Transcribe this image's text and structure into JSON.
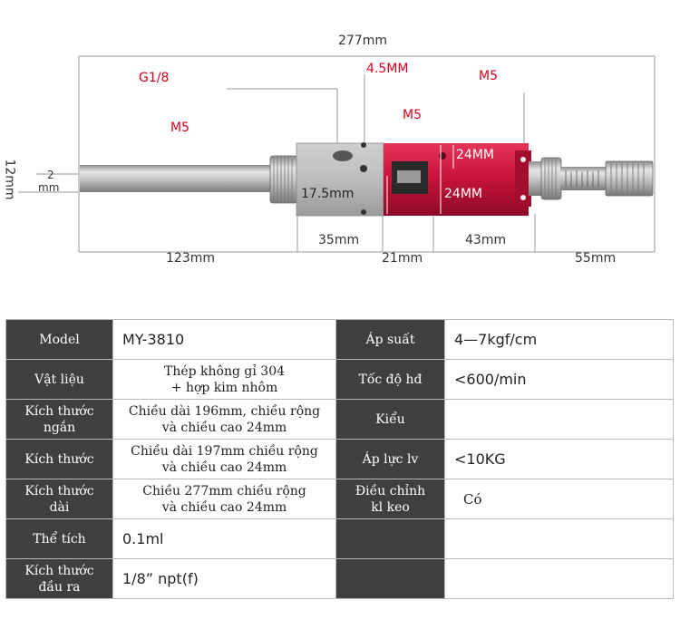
{
  "diagram": {
    "overall_length": "277mm",
    "thread_g": "G1/8",
    "hole_size": "4.5MM",
    "thread_m5_top": "M5",
    "thread_m5_mid": "M5",
    "thread_m5_left": "M5",
    "dim_12": "12mm",
    "dim_2": "2",
    "dim_2_unit": "mm",
    "dim_17_5": "17.5mm",
    "dim_24_a": "24MM",
    "dim_24_b": "24MM",
    "dim_35": "35mm",
    "dim_43": "43mm",
    "dim_123": "123mm",
    "dim_21": "21mm",
    "dim_55": "55mm",
    "colors": {
      "steel": "#b9b9b9",
      "red_body": "#c4123a",
      "dim_line": "#555555",
      "label_bg": "#3f3f3f"
    }
  },
  "specs": {
    "rows": [
      {
        "left_label": "Model",
        "left_value": "MY-3810",
        "right_label": "Áp suất",
        "right_value": "4—7kgf/cm"
      },
      {
        "left_label": "Vật liệu",
        "left_value_1": "Thép không gỉ 304",
        "left_value_2": "+ hợp kim nhôm",
        "right_label": "Tốc độ hđ",
        "right_value": "<600/min"
      },
      {
        "left_label_1": "Kích thước",
        "left_label_2": "ngắn",
        "left_value_1": "Chiều dài 196mm, chiều rộng",
        "left_value_2": "và chiều cao 24mm",
        "right_label": "Kiểu",
        "right_value": ""
      },
      {
        "left_label": "Kích thước",
        "left_value_1": "Chiều dài 197mm chiều rộng",
        "left_value_2": "và chiều cao 24mm",
        "right_label": "Áp lực lv",
        "right_value": "<10KG"
      },
      {
        "left_label_1": "Kích thước",
        "left_label_2": "dài",
        "left_value_1": "Chiều 277mm chiều rộng",
        "left_value_2": "và chiều cao 24mm",
        "right_label_1": "Điều chỉnh",
        "right_label_2": "kl keo",
        "right_value": "Có"
      },
      {
        "left_label": "Thể tích",
        "left_value": "0.1ml",
        "right_label": "",
        "right_value": ""
      },
      {
        "left_label_1": "Kích thước",
        "left_label_2": "đầu ra",
        "left_value": "1/8” npt(f)",
        "right_label": "",
        "right_value": ""
      }
    ]
  }
}
